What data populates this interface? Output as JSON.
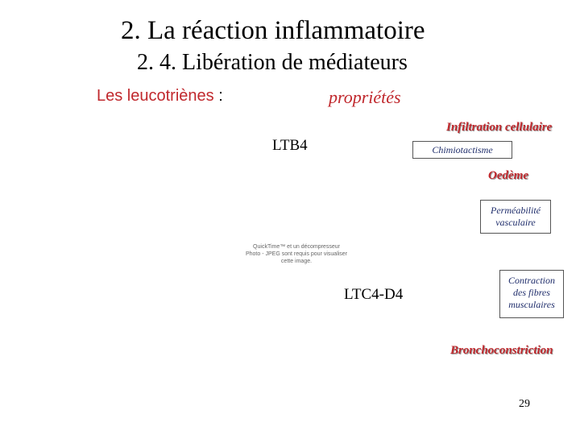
{
  "slide": {
    "title": "2. La réaction inflammatoire",
    "subtitle": "2. 4. Libération de médiateurs",
    "heading": "Les leucotriènes",
    "heading_colon": " :",
    "properties_label": "propriétés",
    "page_number": "29"
  },
  "mediators": {
    "ltb4": "LTB4",
    "ltc4_d4": "LTC4-D4"
  },
  "effects": {
    "infiltration": "Infiltration cellulaire",
    "oedeme": "Oedème",
    "bronchoconstriction": "Bronchoconstriction"
  },
  "boxes": {
    "chimiotactisme": "Chimiotactisme",
    "permeabilite_1": "Perméabilité",
    "permeabilite_2": "vasculaire",
    "contraction_1": "Contraction",
    "contraction_2": "des fibres",
    "contraction_3": "musculaires"
  },
  "image_placeholder": {
    "line1": "QuickTime™ et un décompresseur",
    "line2": "Photo - JPEG sont requis pour visualiser",
    "line3": "cette image."
  },
  "colors": {
    "accent_red": "#c0282d",
    "box_text": "#1f2d6b"
  }
}
